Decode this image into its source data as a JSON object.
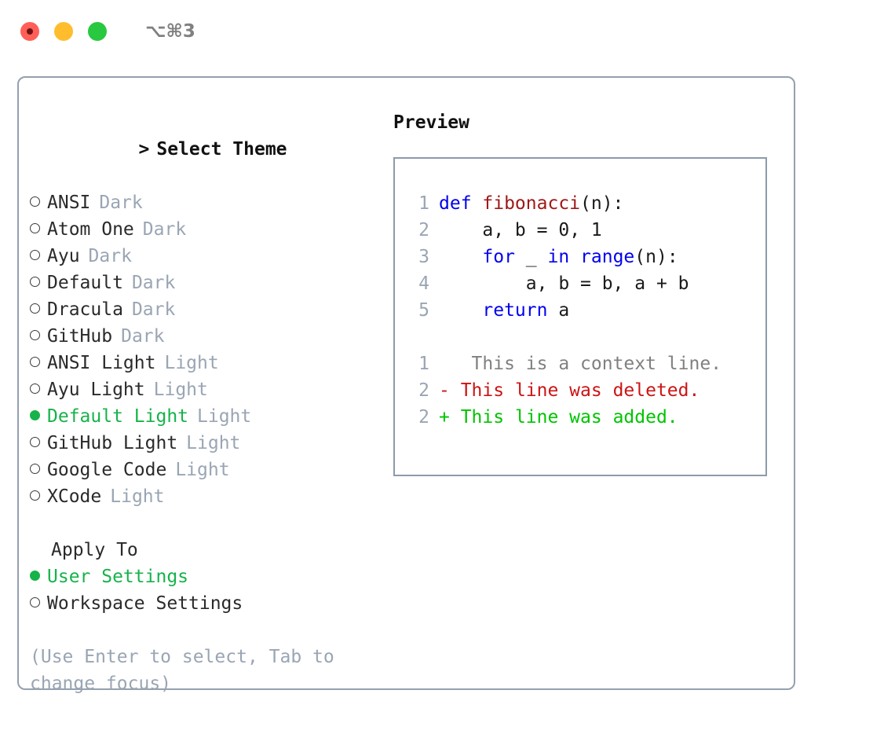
{
  "window": {
    "shortcut": "⌥⌘3",
    "traffic_lights": [
      {
        "name": "close",
        "color": "#ff5f57"
      },
      {
        "name": "minimize",
        "color": "#ffbd2e"
      },
      {
        "name": "maximize",
        "color": "#28c840"
      }
    ]
  },
  "theme_panel": {
    "caret": ">",
    "title": "Select Theme",
    "items": [
      {
        "marker": "○",
        "label": "ANSI",
        "suffix": "Dark",
        "selected": false
      },
      {
        "marker": "○",
        "label": "Atom One",
        "suffix": "Dark",
        "selected": false
      },
      {
        "marker": "○",
        "label": "Ayu",
        "suffix": "Dark",
        "selected": false
      },
      {
        "marker": "○",
        "label": "Default",
        "suffix": "Dark",
        "selected": false
      },
      {
        "marker": "○",
        "label": "Dracula",
        "suffix": "Dark",
        "selected": false
      },
      {
        "marker": "○",
        "label": "GitHub",
        "suffix": "Dark",
        "selected": false
      },
      {
        "marker": "○",
        "label": "ANSI Light",
        "suffix": "Light",
        "selected": false
      },
      {
        "marker": "○",
        "label": "Ayu Light",
        "suffix": "Light",
        "selected": false
      },
      {
        "marker": "●",
        "label": "Default Light",
        "suffix": "Light",
        "selected": true
      },
      {
        "marker": "○",
        "label": "GitHub Light",
        "suffix": "Light",
        "selected": false
      },
      {
        "marker": "○",
        "label": "Google Code",
        "suffix": "Light",
        "selected": false
      },
      {
        "marker": "○",
        "label": "XCode",
        "suffix": "Light",
        "selected": false
      }
    ]
  },
  "apply_to": {
    "title": "Apply To",
    "items": [
      {
        "marker": "●",
        "label": "User Settings",
        "selected": true
      },
      {
        "marker": "○",
        "label": "Workspace Settings",
        "selected": false
      }
    ]
  },
  "hint": "(Use Enter to select, Tab to change focus)",
  "preview": {
    "title": "Preview",
    "code_lines": [
      {
        "n": "1",
        "tokens": [
          {
            "t": "def ",
            "c": "kw"
          },
          {
            "t": "fibonacci",
            "c": "fn"
          },
          {
            "t": "(n):",
            "c": "plain"
          }
        ]
      },
      {
        "n": "2",
        "tokens": [
          {
            "t": "    a, b = ",
            "c": "plain"
          },
          {
            "t": "0",
            "c": "num"
          },
          {
            "t": ", ",
            "c": "plain"
          },
          {
            "t": "1",
            "c": "num"
          }
        ]
      },
      {
        "n": "3",
        "tokens": [
          {
            "t": "    ",
            "c": "plain"
          },
          {
            "t": "for",
            "c": "kw"
          },
          {
            "t": " _ ",
            "c": "plain"
          },
          {
            "t": "in",
            "c": "kw"
          },
          {
            "t": " ",
            "c": "plain"
          },
          {
            "t": "range",
            "c": "kw"
          },
          {
            "t": "(n):",
            "c": "plain"
          }
        ]
      },
      {
        "n": "4",
        "tokens": [
          {
            "t": "        a, b = b, a + b",
            "c": "plain"
          }
        ]
      },
      {
        "n": "5",
        "tokens": [
          {
            "t": "    ",
            "c": "plain"
          },
          {
            "t": "return",
            "c": "kw"
          },
          {
            "t": " a",
            "c": "plain"
          }
        ]
      }
    ],
    "diff_lines": [
      {
        "n": "1",
        "sign": " ",
        "text": "  This is a context line.",
        "kind": "ctx"
      },
      {
        "n": "2",
        "sign": "-",
        "text": " This line was deleted.",
        "kind": "del"
      },
      {
        "n": "2",
        "sign": "+",
        "text": " This line was added.",
        "kind": "add"
      }
    ]
  },
  "colors": {
    "selected_green": "#16b34a",
    "keyword_blue": "#0000ee",
    "function_red": "#a01818",
    "diff_delete": "#cc1414",
    "diff_add": "#00c400",
    "muted": "#9aa5b4",
    "border": "#94a0b0"
  }
}
